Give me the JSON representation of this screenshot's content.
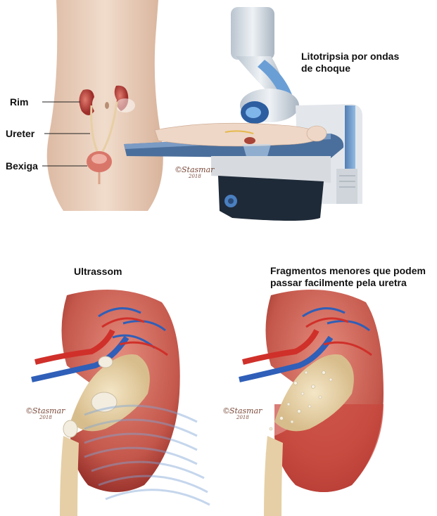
{
  "anatomy": {
    "rim": "Rim",
    "ureter": "Ureter",
    "bexiga": "Bexiga"
  },
  "procedure": {
    "title_line1": "Litotripsia por ondas",
    "title_line2": "de choque"
  },
  "panels": {
    "ultrasound": "Ultrassom",
    "fragments_line1": "Fragmentos menores que podem",
    "fragments_line2": "passar facilmente pela uretra"
  },
  "signature": {
    "text": "Stasmar",
    "year": "2018"
  },
  "colors": {
    "skin": "#e8c9b4",
    "kidney": "#c9574f",
    "kidney_dark": "#9e2e2a",
    "pelvis": "#e8d3a8",
    "artery": "#d0302a",
    "vein": "#2f5fb8",
    "machine_blue": "#4e86c4",
    "machine_gray": "#d9dde2"
  }
}
